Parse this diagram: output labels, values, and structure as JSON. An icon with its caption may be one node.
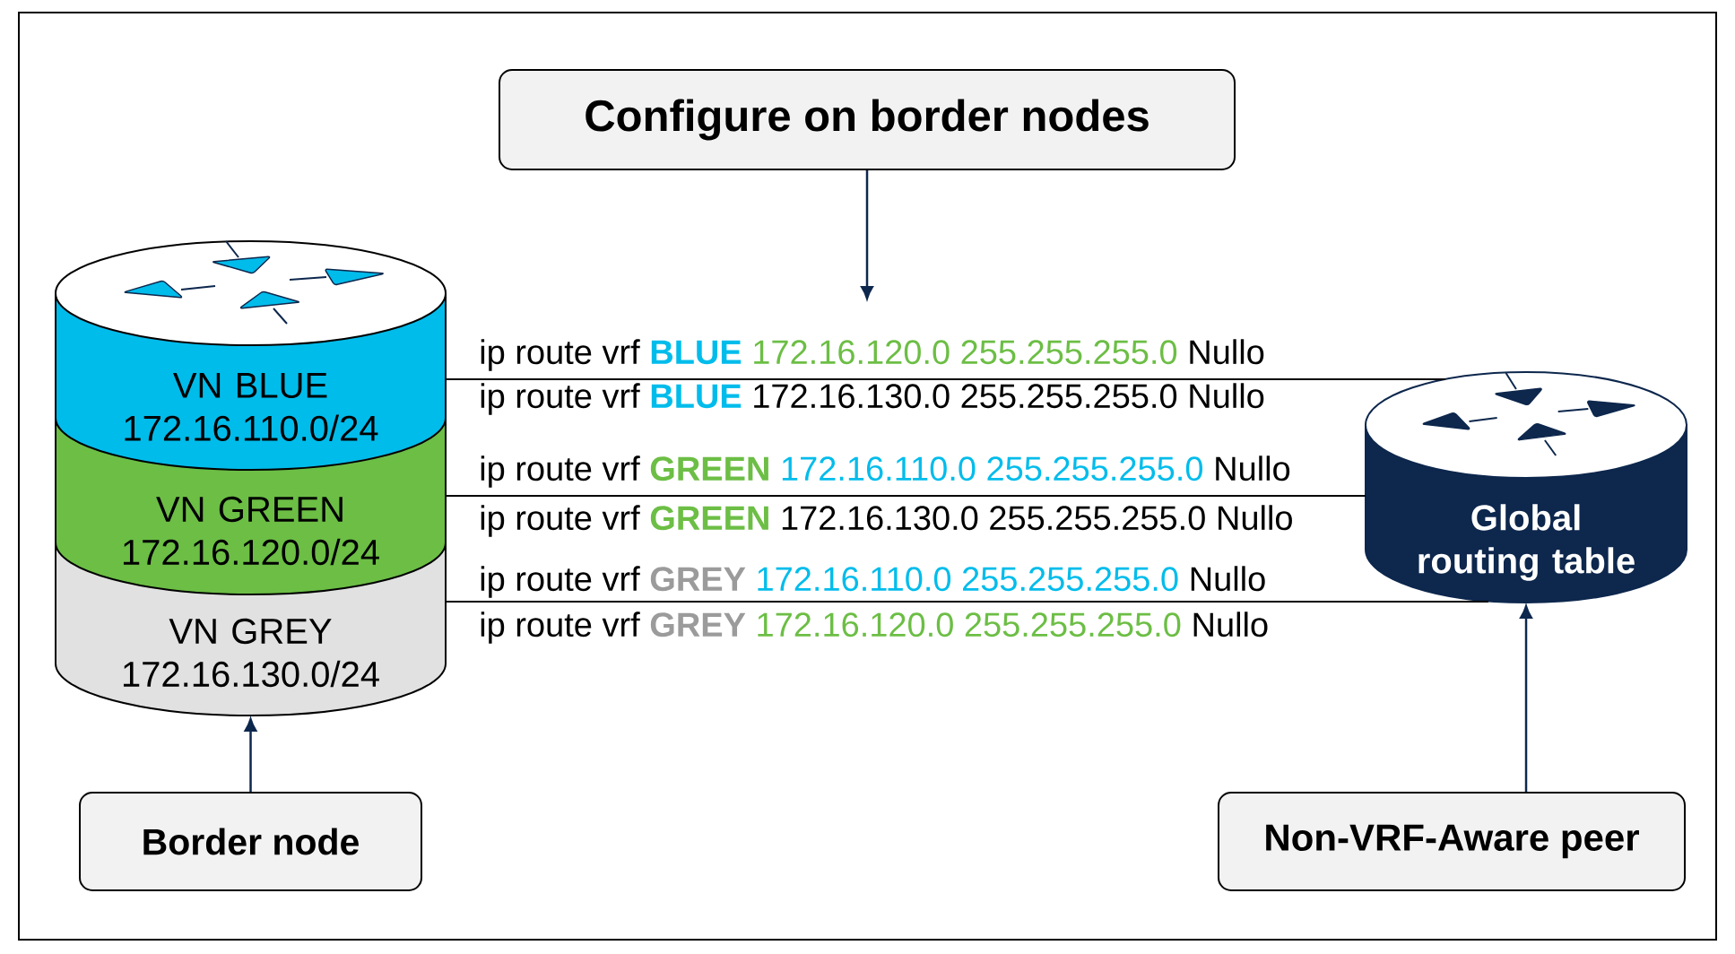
{
  "diagram": {
    "nodes": [
      {
        "text": [
          "Configure on border nodes"
        ]
      },
      {
        "text": [
          "VN BLUE 172.16.110.0/24"
        ]
      },
      {
        "text": [
          "VN GREEN 172.16.120.0/24"
        ]
      },
      {
        "text": [
          "VN GREY 172.16.130.0/24"
        ]
      },
      {
        "text": [
          "Global routing table"
        ]
      },
      {
        "text": [
          "Border node"
        ]
      },
      {
        "text": [
          "Non-VRF-Aware peer"
        ]
      }
    ],
    "edges": [
      {
        "from": 0,
        "to": null,
        "arrow": "to"
      },
      {
        "from": 1,
        "to": 4,
        "arrow": "none"
      },
      {
        "from": 2,
        "to": 4,
        "arrow": "none"
      },
      {
        "from": 3,
        "to": 4,
        "arrow": "none"
      },
      {
        "from": 5,
        "to": 3,
        "arrow": "to"
      },
      {
        "from": 6,
        "to": 4,
        "arrow": "to"
      }
    ],
    "labels": [
      "ip route vrf",
      "BLUE",
      "172.16.120.0 255.255.255.0",
      "Nullo",
      "ip route vrf",
      "BLUE",
      "172.16.130.0 255.255.255.0",
      "Nullo",
      "ip route vrf",
      "GREEN",
      "172.16.110.0 255.255.255.0",
      "Nullo",
      "ip route vrf",
      "GREEN",
      "172.16.130.0 255.255.255.0",
      "Nullo",
      "ip route vrf",
      "GREY",
      "172.16.110.0 255.255.255.0",
      "Nullo",
      "ip route vrf",
      "GREY",
      "172.16.120.0 255.255.255.0",
      "Nullo"
    ]
  }
}
